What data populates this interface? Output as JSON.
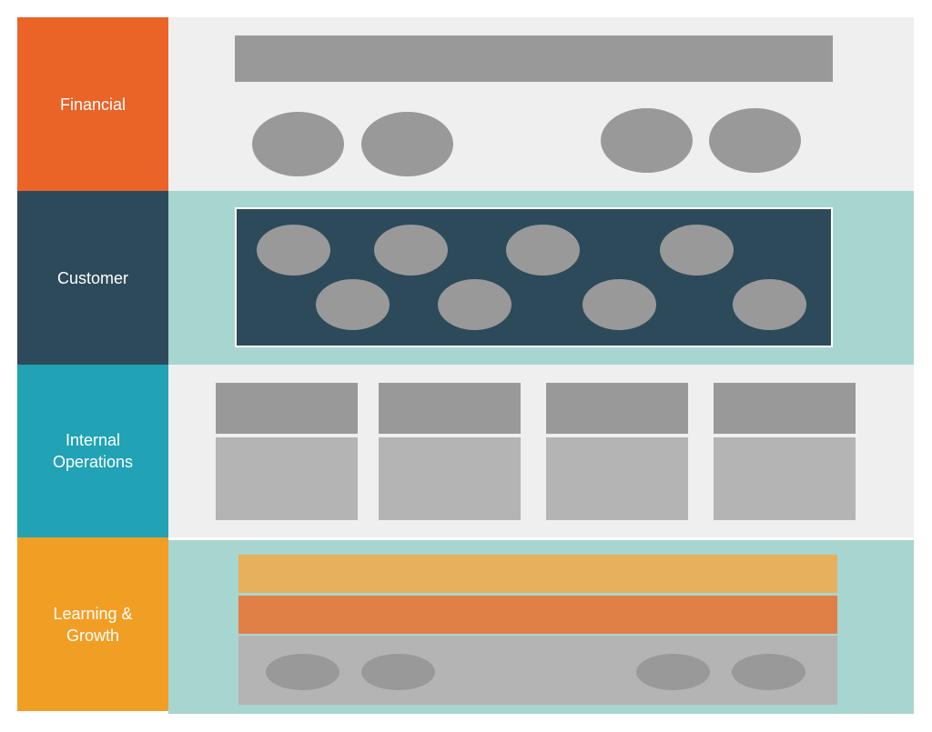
{
  "rows": [
    {
      "id": "financial",
      "label_lines": [
        "Financial"
      ],
      "label_color": "#ea6428",
      "panel_color": "#efefef"
    },
    {
      "id": "customer",
      "label_lines": [
        "Customer"
      ],
      "label_color": "#2d4a5a",
      "panel_color": "#a7d6d0"
    },
    {
      "id": "internal-operations",
      "label_lines": [
        "Internal",
        "Operations"
      ],
      "label_color": "#21a2b5",
      "panel_color": "#efefef"
    },
    {
      "id": "learning-growth",
      "label_lines": [
        "Learning &",
        "Growth"
      ],
      "label_color": "#f19e25",
      "panel_color": "#a7d6d0"
    }
  ],
  "colors": {
    "placeholder_dark": "#999999",
    "placeholder_light": "#b4b4b4",
    "customer_box": "#2d4a5a",
    "stripe_yellow": "#e7b05c",
    "stripe_orange": "#e07f46"
  }
}
